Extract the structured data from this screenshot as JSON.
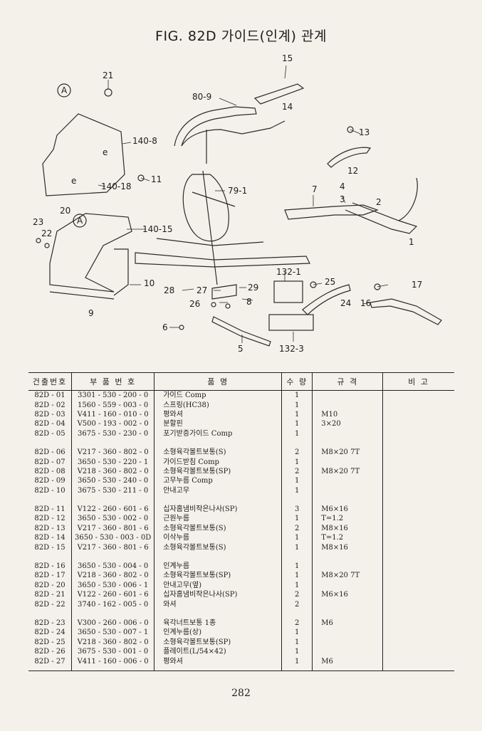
{
  "header": {
    "title": "FIG. 82D 가이드(인계) 관계"
  },
  "diagram": {
    "callouts": [
      "15",
      "14",
      "80-9",
      "21",
      "13",
      "12",
      "140-8",
      "140-18",
      "11",
      "79-1",
      "7",
      "4",
      "3",
      "2",
      "1",
      "20",
      "23",
      "22",
      "140-15",
      "10",
      "9",
      "132-1",
      "25",
      "28",
      "27",
      "29",
      "26",
      "8",
      "17",
      "24",
      "16",
      "6",
      "5",
      "132-3"
    ],
    "view_markers": [
      "A",
      "A"
    ],
    "small_marks": [
      "e",
      "e"
    ]
  },
  "table": {
    "headers": [
      "건출번호",
      "부 품 번 호",
      "품 명",
      "수 량",
      "규 격",
      "비 고"
    ],
    "groups": [
      [
        {
          "no": "82D - 01",
          "part": "3301 - 530 - 200 - 0",
          "name": "가이드 Comp",
          "qty": "1",
          "spec": ""
        },
        {
          "no": "82D - 02",
          "part": "1560 - 559 - 003 - 0",
          "name": "스프링(HC38)",
          "qty": "1",
          "spec": ""
        },
        {
          "no": "82D - 03",
          "part": "V411 - 160 - 010 - 0",
          "name": "평와셔",
          "qty": "1",
          "spec": "M10"
        },
        {
          "no": "82D - 04",
          "part": "V500 - 193 - 002 - 0",
          "name": "분할핀",
          "qty": "1",
          "spec": "3×20"
        },
        {
          "no": "82D - 05",
          "part": "3675 - 530 - 230 - 0",
          "name": "포기받증가이드 Comp",
          "qty": "1",
          "spec": ""
        }
      ],
      [
        {
          "no": "82D - 06",
          "part": "V217 - 360 - 802 - 0",
          "name": "소형육각볼트보통(S)",
          "qty": "2",
          "spec": "M8×20 7T"
        },
        {
          "no": "82D - 07",
          "part": "3650 - 530 - 220 - 1",
          "name": "가이드받침 Comp",
          "qty": "1",
          "spec": ""
        },
        {
          "no": "82D - 08",
          "part": "V218 - 360 - 802 - 0",
          "name": "소형육각볼트보통(SP)",
          "qty": "2",
          "spec": "M8×20 7T"
        },
        {
          "no": "82D - 09",
          "part": "3650 - 530 - 240 - 0",
          "name": "고무누름 Comp",
          "qty": "1",
          "spec": ""
        },
        {
          "no": "82D - 10",
          "part": "3675 - 530 - 211 - 0",
          "name": "안내고무",
          "qty": "1",
          "spec": ""
        }
      ],
      [
        {
          "no": "82D - 11",
          "part": "V122 - 260 - 601 - 6",
          "name": "십자홈냄비작은나사(SP)",
          "qty": "3",
          "spec": "M6×16"
        },
        {
          "no": "82D - 12",
          "part": "3650 - 530 - 002 - 0",
          "name": "근원누름",
          "qty": "1",
          "spec": "T=1.2"
        },
        {
          "no": "82D - 13",
          "part": "V217 - 360 - 801 - 6",
          "name": "소형육각볼트보통(S)",
          "qty": "2",
          "spec": "M8×16"
        },
        {
          "no": "82D - 14",
          "part": "3650 - 530 - 003 - 0D",
          "name": "이삭누름",
          "qty": "1",
          "spec": "T=1.2"
        },
        {
          "no": "82D - 15",
          "part": "V217 - 360 - 801 - 6",
          "name": "소형육각볼트보통(S)",
          "qty": "1",
          "spec": "M8×16"
        }
      ],
      [
        {
          "no": "82D - 16",
          "part": "3650 - 530 - 004 - 0",
          "name": "인계누름",
          "qty": "1",
          "spec": ""
        },
        {
          "no": "82D - 17",
          "part": "V218 - 360 - 802 - 0",
          "name": "소형육각볼트보통(SP)",
          "qty": "1",
          "spec": "M8×20 7T"
        },
        {
          "no": "82D - 20",
          "part": "3650 - 530 - 006 - 1",
          "name": "안내고무(옆)",
          "qty": "1",
          "spec": ""
        },
        {
          "no": "82D - 21",
          "part": "V122 - 260 - 601 - 6",
          "name": "십자홈냄비작은나사(SP)",
          "qty": "2",
          "spec": "M6×16"
        },
        {
          "no": "82D - 22",
          "part": "3740 - 162 - 005 - 0",
          "name": "와셔",
          "qty": "2",
          "spec": ""
        }
      ],
      [
        {
          "no": "82D - 23",
          "part": "V300 - 260 - 006 - 0",
          "name": "육각너트보통 1종",
          "qty": "2",
          "spec": "M6"
        },
        {
          "no": "82D - 24",
          "part": "3650 - 530 - 007 - 1",
          "name": "인계누름(상)",
          "qty": "1",
          "spec": ""
        },
        {
          "no": "82D - 25",
          "part": "V218 - 360 - 802 - 0",
          "name": "소형육각볼트보통(SP)",
          "qty": "1",
          "spec": ""
        },
        {
          "no": "82D - 26",
          "part": "3675 - 530 - 001 - 0",
          "name": "플레이트(L/54×42)",
          "qty": "1",
          "spec": ""
        },
        {
          "no": "82D - 27",
          "part": "V411 - 160 - 006 - 0",
          "name": "평와셔",
          "qty": "1",
          "spec": "M6"
        }
      ]
    ]
  },
  "footer": {
    "page_number": "282"
  }
}
